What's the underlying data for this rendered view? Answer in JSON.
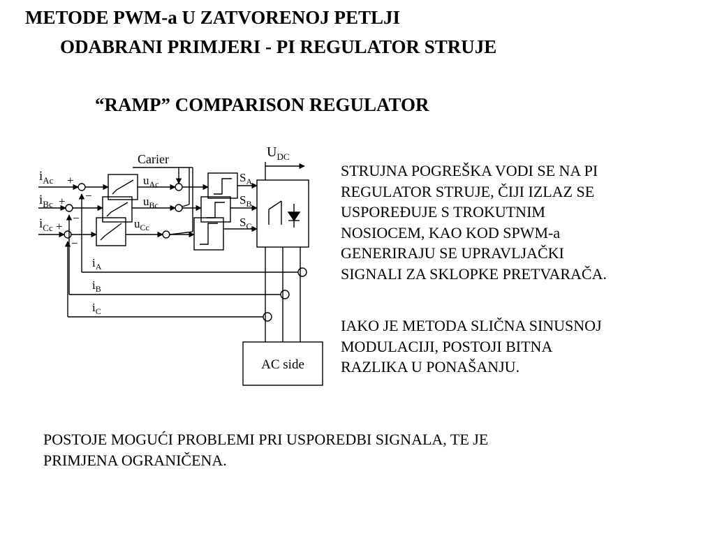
{
  "slide": {
    "title_line1": "METODE PWM-a U ZATVORENOJ PETLJI",
    "title_line2": "ODABRANI PRIMJERI - PI REGULATOR STRUJE",
    "subtitle": "“RAMP” COMPARISON REGULATOR",
    "paragraph1": [
      "STRUJNA POGREŠKA VODI SE NA PI",
      "REGULATOR STRUJE, ČIJI IZLAZ SE",
      "USPOREĐUJE S TROKUTNIM",
      "NOSIOCEM, KAO KOD SPWM-a",
      "GENERIRAJU SE UPRAVLJAČKI",
      "SIGNALI ZA SKLOPKE PRETVARAČA."
    ],
    "paragraph2": [
      "IAKO JE METODA SLIČNA SINUSNOJ",
      "MODULACIJI, POSTOJI BITNA",
      "RAZLIKA U PONAŠANJU."
    ],
    "paragraph3": [
      "POSTOJE MOGUĆI PROBLEMI PRI USPOREDBI SIGNALA, TE JE",
      "PRIMJENA OGRANIČENA."
    ]
  },
  "diagram": {
    "carrier_label": "Carier",
    "udc_label": "U",
    "udc_sub": "DC",
    "ac_side_label": "AC side",
    "ref_inputs": [
      {
        "main": "i",
        "sub": "Ac"
      },
      {
        "main": "i",
        "sub": "Bc"
      },
      {
        "main": "i",
        "sub": "Cc"
      }
    ],
    "control_signals": [
      {
        "main": "u",
        "sub": "Ac"
      },
      {
        "main": "u",
        "sub": "Bc"
      },
      {
        "main": "u",
        "sub": "Cc"
      }
    ],
    "switch_signals": [
      {
        "main": "S",
        "sub": "A"
      },
      {
        "main": "S",
        "sub": "B"
      },
      {
        "main": "S",
        "sub": "C"
      }
    ],
    "feedback_currents": [
      {
        "main": "i",
        "sub": "A"
      },
      {
        "main": "i",
        "sub": "B"
      },
      {
        "main": "i",
        "sub": "C"
      }
    ],
    "plus_sign": "+",
    "minus_sign": "−"
  }
}
